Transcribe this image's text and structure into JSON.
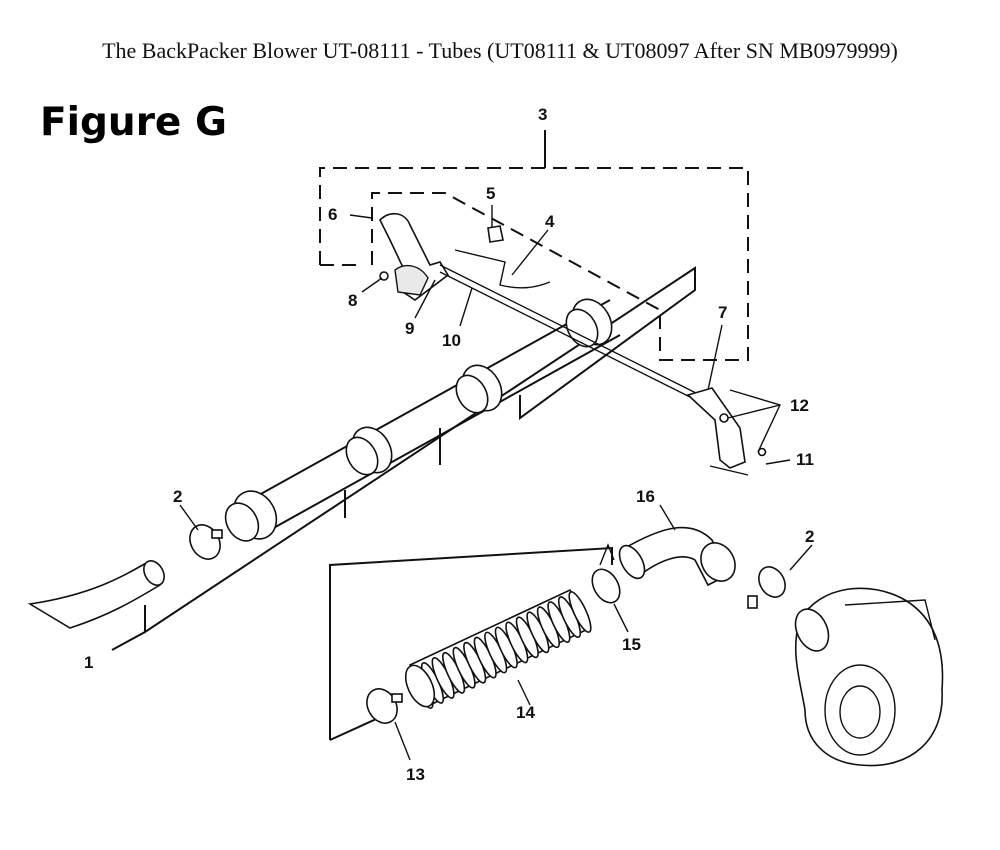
{
  "title": "The BackPacker Blower UT-08111 - Tubes (UT08111 & UT08097 After SN MB0979999)",
  "figure_label": "Figure G",
  "callouts": {
    "c1": "1",
    "c2a": "2",
    "c2b": "2",
    "c3": "3",
    "c4": "4",
    "c5": "5",
    "c6": "6",
    "c7": "7",
    "c8": "8",
    "c9": "9",
    "c10": "10",
    "c11": "11",
    "c12": "12",
    "c13": "13",
    "c14": "14",
    "c15": "15",
    "c16": "16"
  }
}
